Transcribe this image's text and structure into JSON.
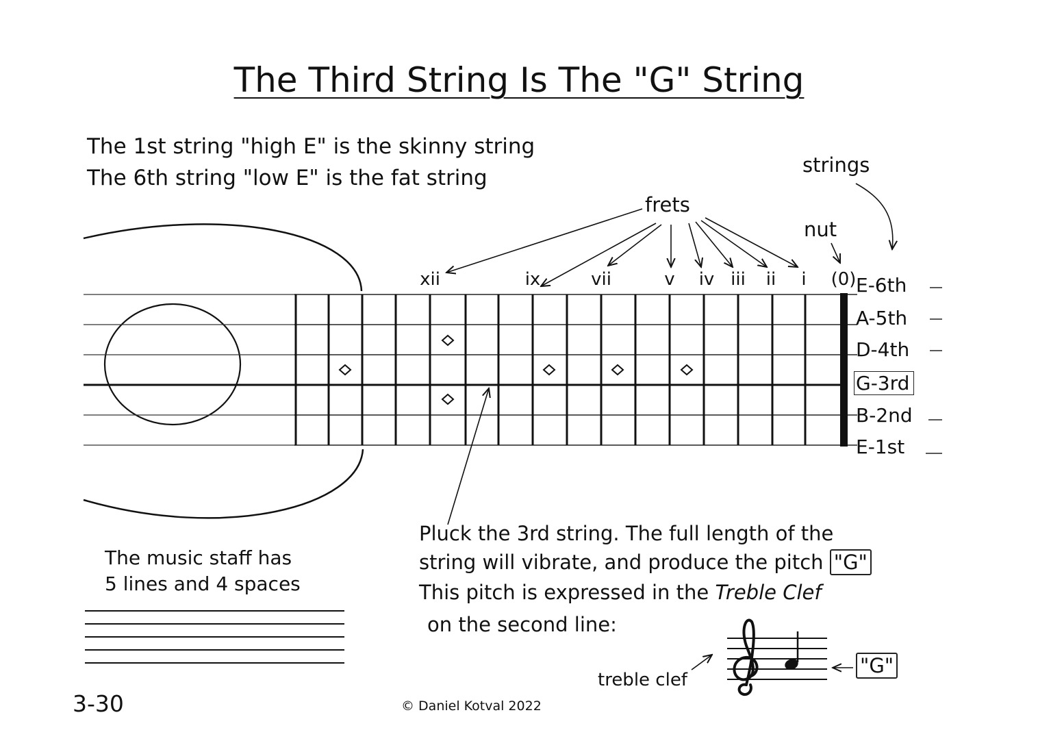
{
  "title": "The Third String Is The \"G\" String",
  "intro": {
    "line1": "The 1st string \"high E\" is the skinny string",
    "line2": "The 6th string \"low E\" is the fat string"
  },
  "labels": {
    "frets": "frets",
    "strings": "strings",
    "nut": "nut",
    "treble_clef": "treble clef"
  },
  "fret_numerals": [
    "xii",
    "ix",
    "vii",
    "v",
    "iv",
    "iii",
    "ii",
    "i",
    "(0)"
  ],
  "string_labels": [
    "E-6th",
    "A-5th",
    "D-4th",
    "G-3rd",
    "B-2nd",
    "E-1st"
  ],
  "highlighted_string": "G-3rd",
  "description": {
    "line1": "Pluck the 3rd string. The full length of the",
    "line2": "string will vibrate, and produce the pitch",
    "pitch_box": "\"G\"",
    "line3a": "This pitch is expressed in the ",
    "line3b": "Treble Clef",
    "line4": "on the second line:"
  },
  "staff_note": {
    "line1": "The music staff has",
    "line2": "5 lines and 4 spaces"
  },
  "note_label": "\"G\"",
  "page_number": "3-30",
  "copyright": "© Daniel Kotval 2022"
}
